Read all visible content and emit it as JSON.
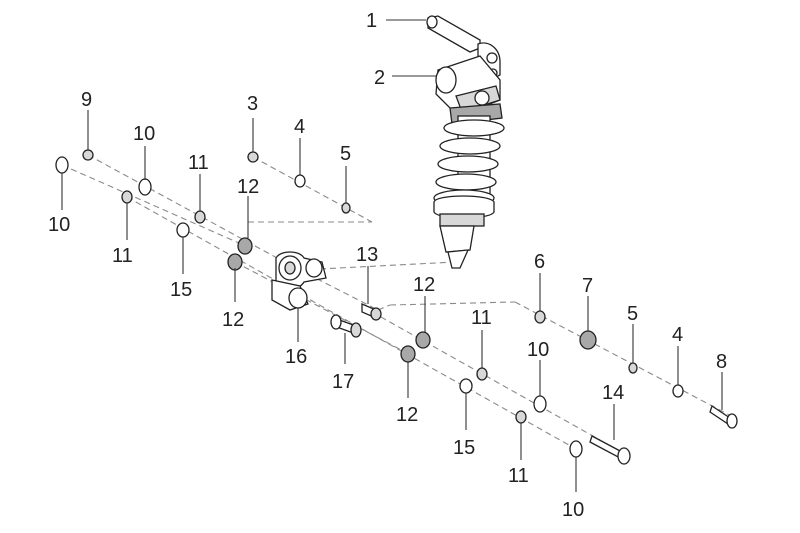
{
  "callouts": [
    {
      "id": "c1",
      "text": "1"
    },
    {
      "id": "c2",
      "text": "2"
    },
    {
      "id": "c3",
      "text": "3"
    },
    {
      "id": "c4a",
      "text": "4"
    },
    {
      "id": "c5a",
      "text": "5"
    },
    {
      "id": "c9",
      "text": "9"
    },
    {
      "id": "c10a",
      "text": "10"
    },
    {
      "id": "c10b",
      "text": "10"
    },
    {
      "id": "c11a",
      "text": "11"
    },
    {
      "id": "c11b",
      "text": "11"
    },
    {
      "id": "c12a",
      "text": "12"
    },
    {
      "id": "c12b",
      "text": "12"
    },
    {
      "id": "c15a",
      "text": "15"
    },
    {
      "id": "c16",
      "text": "16"
    },
    {
      "id": "c13",
      "text": "13"
    },
    {
      "id": "c17",
      "text": "17"
    },
    {
      "id": "c12c",
      "text": "12"
    },
    {
      "id": "c12d",
      "text": "12"
    },
    {
      "id": "c11c",
      "text": "11"
    },
    {
      "id": "c10c",
      "text": "10"
    },
    {
      "id": "c15b",
      "text": "15"
    },
    {
      "id": "c11d",
      "text": "11"
    },
    {
      "id": "c10d",
      "text": "10"
    },
    {
      "id": "c6",
      "text": "6"
    },
    {
      "id": "c7",
      "text": "7"
    },
    {
      "id": "c5b",
      "text": "5"
    },
    {
      "id": "c4b",
      "text": "4"
    },
    {
      "id": "c8",
      "text": "8"
    },
    {
      "id": "c14",
      "text": "14"
    }
  ]
}
